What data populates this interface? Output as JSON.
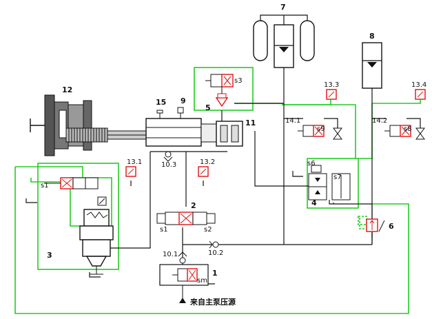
{
  "labels": {
    "n7": "7",
    "n8": "8",
    "n12": "12",
    "n15": "15",
    "n9": "9",
    "n5": "5",
    "n11": "11",
    "n13_3": "13.3",
    "n13_4": "13.4",
    "n14_1": "14.1",
    "n14_2": "14.2",
    "s3": "s3",
    "s9": "s9",
    "s8": "s8",
    "n10_3": "10.3",
    "n13_1": "13.1",
    "n13_2": "13.2",
    "s6": "s6",
    "s7": "s7",
    "n4": "4",
    "s1_left": "s1",
    "n2": "2",
    "s1_mid": "s1",
    "s2": "s2",
    "n6": "6",
    "n3": "3",
    "n10_1": "10.1",
    "n10_2": "10.2",
    "n1": "1",
    "sm": "sm",
    "source": "来自主泵压源"
  },
  "colors": {
    "green": "#22cc22",
    "red": "#dd1111",
    "line": "#111111"
  }
}
